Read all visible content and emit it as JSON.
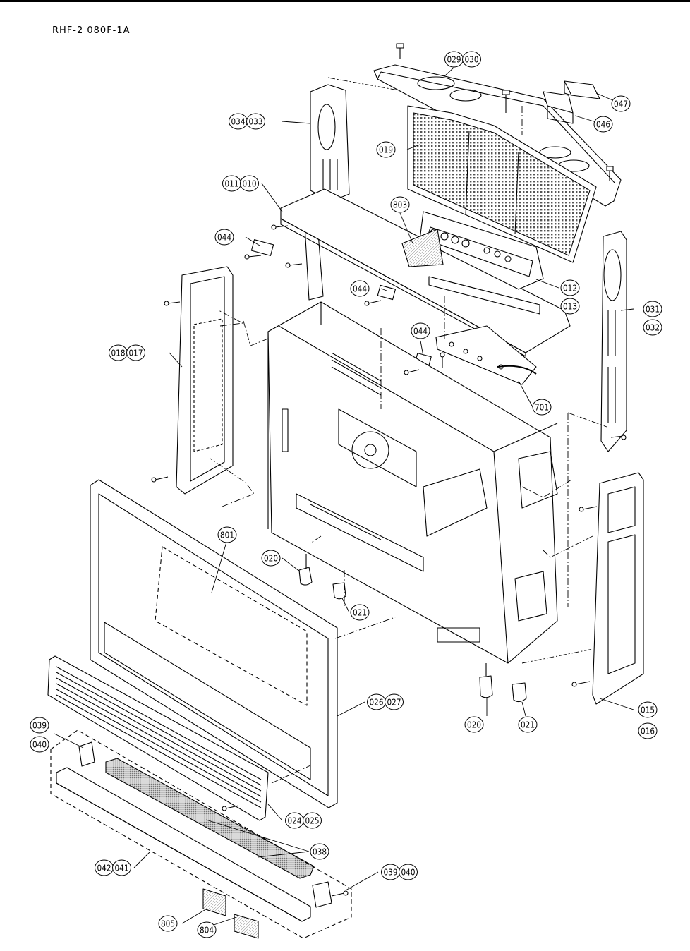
{
  "header": {
    "code": "RHF-2  080F-1A"
  },
  "callouts": [
    {
      "id": "c029-030",
      "labels": [
        "029",
        "030"
      ]
    },
    {
      "id": "c047",
      "labels": [
        "047"
      ]
    },
    {
      "id": "c046",
      "labels": [
        "046"
      ]
    },
    {
      "id": "c034-033",
      "labels": [
        "034",
        "033"
      ]
    },
    {
      "id": "c019",
      "labels": [
        "019"
      ]
    },
    {
      "id": "c011-010",
      "labels": [
        "011",
        "010"
      ]
    },
    {
      "id": "c803",
      "labels": [
        "803"
      ]
    },
    {
      "id": "c044a",
      "labels": [
        "044"
      ]
    },
    {
      "id": "c012",
      "labels": [
        "012"
      ]
    },
    {
      "id": "c013",
      "labels": [
        "013"
      ]
    },
    {
      "id": "c031",
      "labels": [
        "031"
      ]
    },
    {
      "id": "c032",
      "labels": [
        "032"
      ]
    },
    {
      "id": "c044b",
      "labels": [
        "044"
      ]
    },
    {
      "id": "c044c",
      "labels": [
        "044"
      ]
    },
    {
      "id": "c018-017",
      "labels": [
        "018",
        "017"
      ]
    },
    {
      "id": "c701",
      "labels": [
        "701"
      ]
    },
    {
      "id": "c801",
      "labels": [
        "801"
      ]
    },
    {
      "id": "c020a",
      "labels": [
        "020"
      ]
    },
    {
      "id": "c021a",
      "labels": [
        "021"
      ]
    },
    {
      "id": "c026-027",
      "labels": [
        "026",
        "027"
      ]
    },
    {
      "id": "c020b",
      "labels": [
        "020"
      ]
    },
    {
      "id": "c021b",
      "labels": [
        "021"
      ]
    },
    {
      "id": "c015",
      "labels": [
        "015"
      ]
    },
    {
      "id": "c016",
      "labels": [
        "016"
      ]
    },
    {
      "id": "c039a",
      "labels": [
        "039"
      ]
    },
    {
      "id": "c040a",
      "labels": [
        "040"
      ]
    },
    {
      "id": "c024-025",
      "labels": [
        "024",
        "025"
      ]
    },
    {
      "id": "c038",
      "labels": [
        "038"
      ]
    },
    {
      "id": "c042-041",
      "labels": [
        "042",
        "041"
      ]
    },
    {
      "id": "c039-040",
      "labels": [
        "039",
        "040"
      ]
    },
    {
      "id": "c805",
      "labels": [
        "805"
      ]
    },
    {
      "id": "c804",
      "labels": [
        "804"
      ]
    }
  ]
}
